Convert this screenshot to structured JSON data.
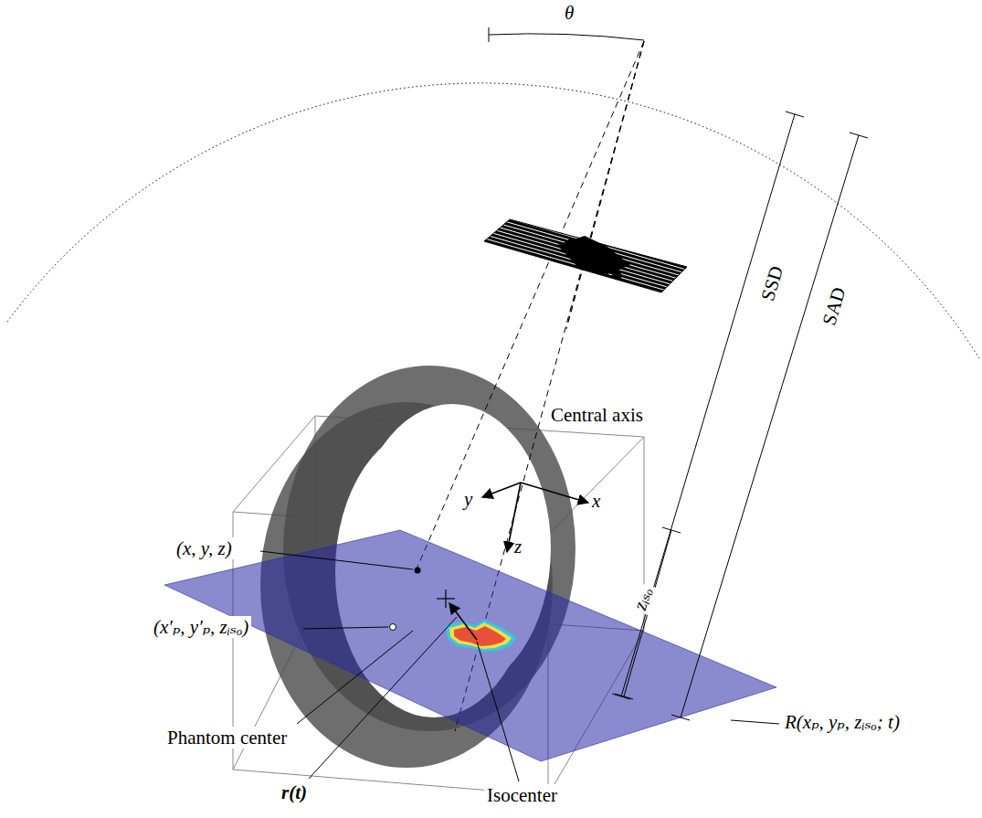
{
  "diagram": {
    "labels": [
      "θ",
      "SSD",
      "SAD",
      "Central axis",
      "y",
      "x",
      "z",
      "(x, y, z)",
      "(x′ₚ, y′ₚ, zᵢₛₒ)",
      "zᵢₛₒ",
      "Phantom center",
      "r(t)",
      "Isocenter",
      "R(xₚ, yₚ, zᵢₛₒ; t)"
    ]
  }
}
